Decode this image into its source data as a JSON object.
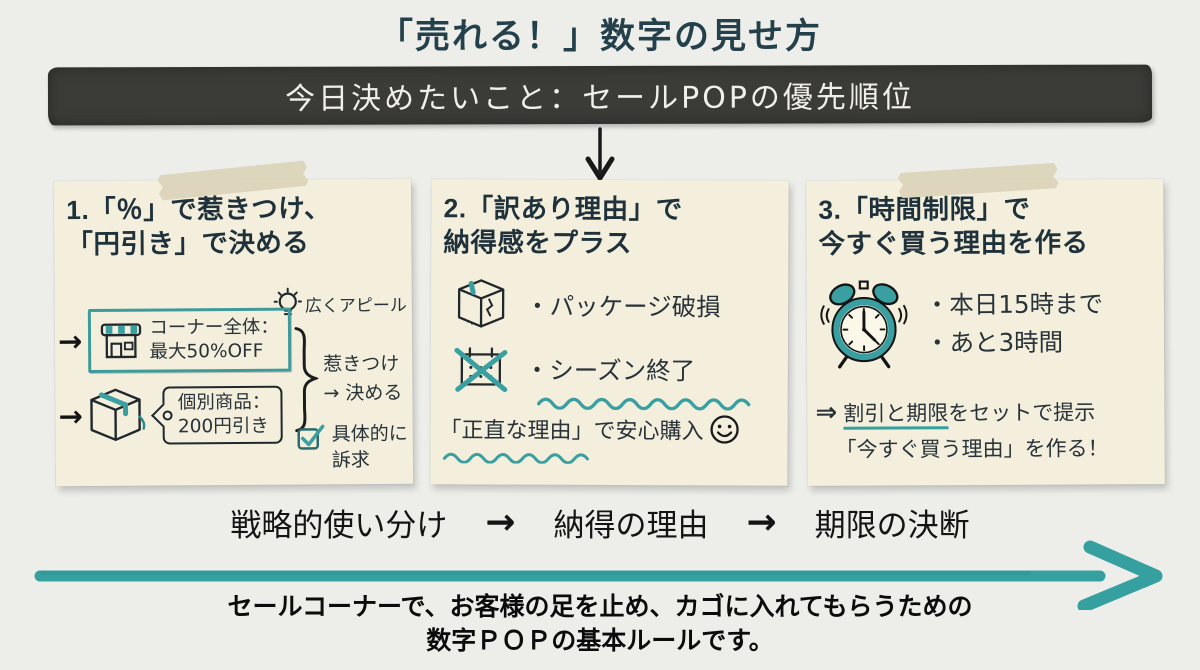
{
  "page": {
    "title": "「売れる！」数字の見せ方"
  },
  "banner": {
    "text": "今日決めたいこと：セールPOPの優先順位"
  },
  "cards": [
    {
      "title_line1": "1.「％」で惹きつけ、",
      "title_line2": "「円引き」で決める",
      "appeal_label": "広くアピール",
      "arrow": "→",
      "corner_line1": "コーナー全体：",
      "corner_line2": "最大50%OFF",
      "brace_label1": "惹きつけ",
      "brace_label2": "→ 決める",
      "tag_line1": "個別商品：",
      "tag_line2": "200円引き",
      "check_label1": "具体的に",
      "check_label2": "訴求"
    },
    {
      "title_line1": "2.「訳あり理由」で",
      "title_line2": "納得感をプラス",
      "bullet1": "・パッケージ破損",
      "bullet2": "・シーズン終了",
      "footer_text": "「正直な理由」で安心購入"
    },
    {
      "title_line1": "3.「時間制限」で",
      "title_line2": "今すぐ買う理由を作る",
      "bullet1": "・本日15時まで",
      "bullet2": "・あと3時間",
      "arrow": "⇒",
      "conclusion_underlined": "割引と期限",
      "conclusion_rest": "をセットで提示",
      "conclusion2": "「今すぐ買う理由」を作る！"
    }
  ],
  "flow": {
    "step1": "戦略的使い分け",
    "arrow1": "→",
    "step2": "納得の理由",
    "arrow2": "→",
    "step3": "期限の決断"
  },
  "caption": {
    "line1": "セールコーナーで、お客様の足を止め、カゴに入れてもらうための",
    "line2": "数字ＰＯＰの基本ルールです。"
  },
  "icons": {
    "appeal": "lightbulb-icon",
    "corner": "storefront-icon",
    "item": "box-icon",
    "item_tag": "price-tag-icon",
    "check": "checkbox-icon",
    "reason1": "damaged-box-icon",
    "reason2": "calendar-x-icon",
    "time": "alarm-clock-icon",
    "footer": "smiley-icon",
    "banner_pointer": "down-arrow-icon",
    "main_flow": "teal-flow-arrow-icon"
  },
  "colors": {
    "teal": "#36a0a0",
    "title_ink": "#24414b",
    "card_ink": "#1f323b",
    "hand_ink": "#283339",
    "banner_bg": "#3b3b38",
    "banner_text": "#f0efe9",
    "card_bg": "#f4efdd",
    "page_bg": "#edeeea",
    "tape": "#dcd4ba",
    "caption_ink": "#0b0b0b"
  }
}
